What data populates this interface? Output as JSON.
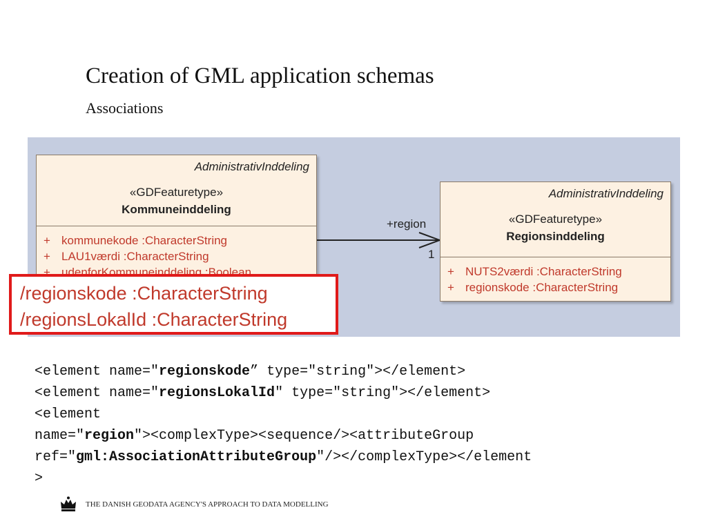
{
  "slide": {
    "title": "Creation of GML application schemas",
    "subtitle": "Associations"
  },
  "diagram": {
    "background_color": "#c5cde0",
    "left_class": {
      "package": "AdministrativInddeling",
      "stereotype": "«GDFeaturetype»",
      "name": "Kommuneinddeling",
      "attributes": [
        {
          "visibility": "+",
          "text": "kommunekode  :CharacterString"
        },
        {
          "visibility": "+",
          "text": "LAU1værdi  :CharacterString"
        },
        {
          "visibility": "+",
          "text": "udenforKommuneinddeling  :Boolean"
        }
      ]
    },
    "right_class": {
      "package": "AdministrativInddeling",
      "stereotype": "«GDFeaturetype»",
      "name": "Regionsinddeling",
      "attributes": [
        {
          "visibility": "+",
          "text": "NUTS2værdi  :CharacterString"
        },
        {
          "visibility": "+",
          "text": "regionskode  :CharacterString"
        }
      ]
    },
    "association": {
      "role": "+region",
      "multiplicity": "1"
    },
    "highlight": {
      "border_color": "#e01a1a",
      "lines": [
        "/regionskode  :CharacterString",
        "/regionsLokalId  :CharacterString"
      ]
    }
  },
  "code": {
    "line1": {
      "a": "<element name=\"",
      "b": "regionskode",
      "c": "” type=\"string\"></element>"
    },
    "line2": {
      "a": "<element name=\"",
      "b": "regionsLokalId",
      "c": "\" type=\"string\"></element>"
    },
    "line3": "<element",
    "line4": {
      "a": "name=\"",
      "b": "region",
      "c": "\"><complexType><sequence/><attributeGroup"
    },
    "line5": {
      "a": "ref=\"",
      "b": "gml:AssociationAttributeGroup",
      "c": "\"/></complexType></element"
    },
    "line6": ">"
  },
  "footer": {
    "logo_icon": "crown-icon",
    "text": "THE DANISH GEODATA AGENCY'S APPROACH TO DATA MODELLING"
  }
}
